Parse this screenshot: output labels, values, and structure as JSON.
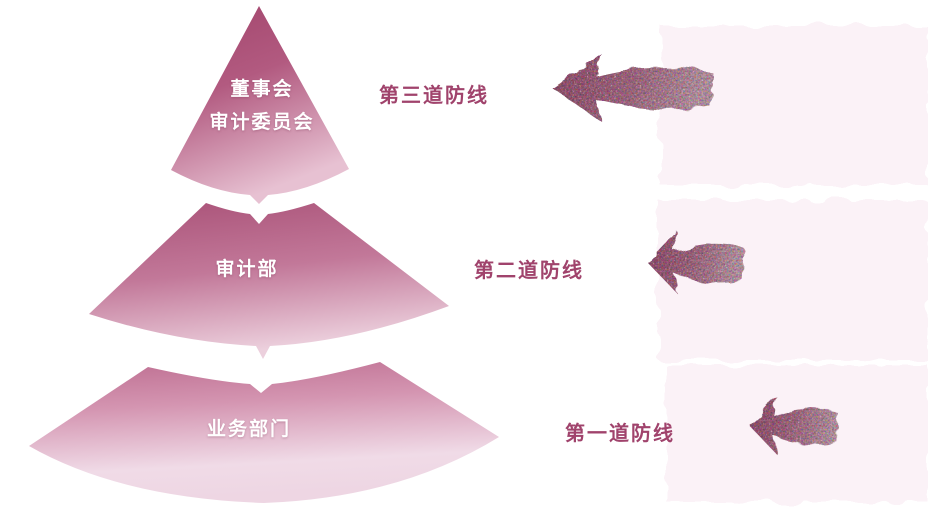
{
  "diagram": {
    "type": "three-lines-of-defense-pyramid",
    "pyramid": {
      "tiers": [
        {
          "position": "top",
          "line1": "董事会",
          "line2": "审计委员会"
        },
        {
          "position": "middle",
          "line1": "审计部"
        },
        {
          "position": "bottom",
          "line1": "业务部门"
        }
      ]
    },
    "defense_labels": {
      "third": "第三道防线",
      "second": "第二道防线",
      "first": "第一道防线"
    },
    "icons": [
      {
        "name": "left-arrow-icon",
        "count": 3,
        "meaning": "arrow pointing left from panel toward defense line"
      }
    ],
    "colors": {
      "accent_text": "#a0436c",
      "tier_top_dark": "#a1446b",
      "tier_top_light": "#e7c1d2",
      "tier_mid_dark": "#a95177",
      "tier_mid_light": "#ecd0dd",
      "tier_bottom_dark": "#bd6d90",
      "tier_bottom_light": "#f0dbe7",
      "arrow_dark": "#b76389",
      "arrow_light": "#e7bccf",
      "panel_fill": "#f8e7f0",
      "background": "#ffffff"
    }
  }
}
